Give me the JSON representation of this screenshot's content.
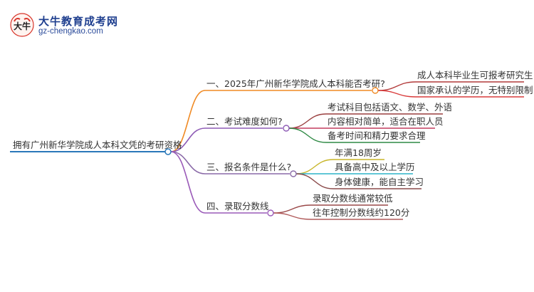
{
  "logo": {
    "title": "大牛教育成考网",
    "url": "gz-chengkao.com",
    "mark_glyph": "大牛"
  },
  "root": {
    "label": "拥有广州新华学院成人本科文凭的考研资格",
    "color": "#2a78b9"
  },
  "branches": [
    {
      "label": "一、2025年广州新华学院成人本科能否考研?",
      "color": "#f08a24",
      "children": [
        {
          "label": "成人本科毕业生可报考研究生",
          "color": "#b23a3a"
        },
        {
          "label": "国家承认的学历，无特别限制",
          "color": "#d93b3b"
        }
      ]
    },
    {
      "label": "二、考试难度如何?",
      "color": "#8e5bb5",
      "children": [
        {
          "label": "考试科目包括语文、数学、外语",
          "color": "#9a3f3f"
        },
        {
          "label": "内容相对简单，适合在职人员",
          "color": "#c33d5e"
        },
        {
          "label": "备考时间和精力要求合理",
          "color": "#2f8a45"
        }
      ]
    },
    {
      "label": "三、报名条件是什么?",
      "color": "#8a6aa8",
      "children": [
        {
          "label": "年满18周岁",
          "color": "#c8b62a"
        },
        {
          "label": "具备高中及以上学历",
          "color": "#2bb3c8"
        },
        {
          "label": "身体健康，能自主学习",
          "color": "#8a4a4a"
        }
      ]
    },
    {
      "label": "四、录取分数线",
      "color": "#9a5ab8",
      "children": [
        {
          "label": "录取分数线通常较低",
          "color": "#9a4848"
        },
        {
          "label": "往年控制分数线约120分",
          "color": "#b05a5a"
        }
      ]
    }
  ]
}
